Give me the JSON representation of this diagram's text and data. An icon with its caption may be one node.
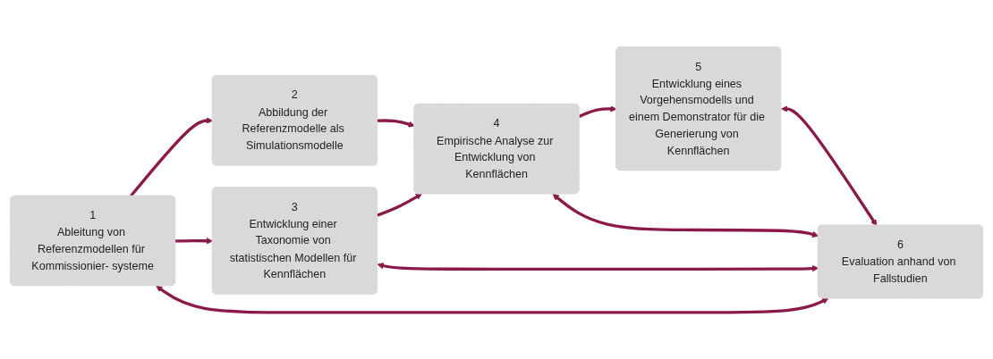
{
  "diagram": {
    "nodes": [
      {
        "text": [
          "1",
          "Ableitung von Referenzmodellen für Kommissionier- systeme"
        ]
      },
      {
        "text": [
          "2",
          "Abbildung der Referenzmodelle als Simulationsmodelle"
        ]
      },
      {
        "text": [
          "3",
          "Entwicklung einer Taxonomie von statistischen Modellen für Kennflächen"
        ]
      },
      {
        "text": [
          "4",
          "Empirische Analyse zur Entwicklung von Kennflächen"
        ]
      },
      {
        "text": [
          "5",
          "Entwicklung eines Vorgehensmodells und einem Demonstrator für die Generierung von Kennflächen"
        ]
      },
      {
        "text": [
          "6",
          "Evaluation anhand von Fallstudien"
        ]
      }
    ],
    "edges": [
      {
        "from": 0,
        "to": 1,
        "arrow": "to"
      },
      {
        "from": 0,
        "to": 2,
        "arrow": "to"
      },
      {
        "from": 1,
        "to": 3,
        "arrow": "to"
      },
      {
        "from": 2,
        "to": 3,
        "arrow": "to"
      },
      {
        "from": 3,
        "to": 4,
        "arrow": "to"
      },
      {
        "from": 0,
        "to": 5,
        "arrow": "both"
      },
      {
        "from": 2,
        "to": 5,
        "arrow": "both"
      },
      {
        "from": 3,
        "to": 5,
        "arrow": "both"
      },
      {
        "from": 4,
        "to": 5,
        "arrow": "both"
      }
    ]
  }
}
